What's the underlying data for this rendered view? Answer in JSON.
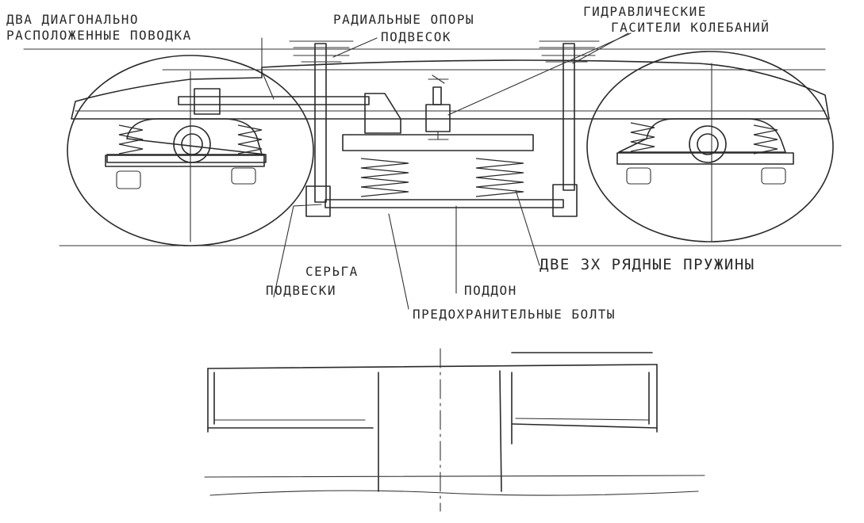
{
  "labels": {
    "leashes_line1": "ДВА ДИАГОНАЛЬНО",
    "leashes_line2": "РАСПОЛОЖЕННЫЕ ПОВОДКА",
    "supports_line1": "РАДИАЛЬНЫЕ ОПОРЫ",
    "supports_line2": "ПОДВЕСОК",
    "dampers_line1": "ГИДРАВЛИЧЕСКИЕ",
    "dampers_line2": "ГАСИТЕЛИ КОЛЕБАНИЙ",
    "shackle_line1": "СЕРЬГА",
    "shackle_line2": "ПОДВЕСКИ",
    "pallet": "ПОДДОН",
    "safety_bolts": "ПРЕДОХРАНИТЕЛЬНЫЕ БОЛТЫ",
    "springs": "ДВЕ 3Х РЯДНЫЕ ПРУЖИНЫ"
  },
  "colors": {
    "ink": "#2a2a2a",
    "paper": "#ffffff"
  }
}
